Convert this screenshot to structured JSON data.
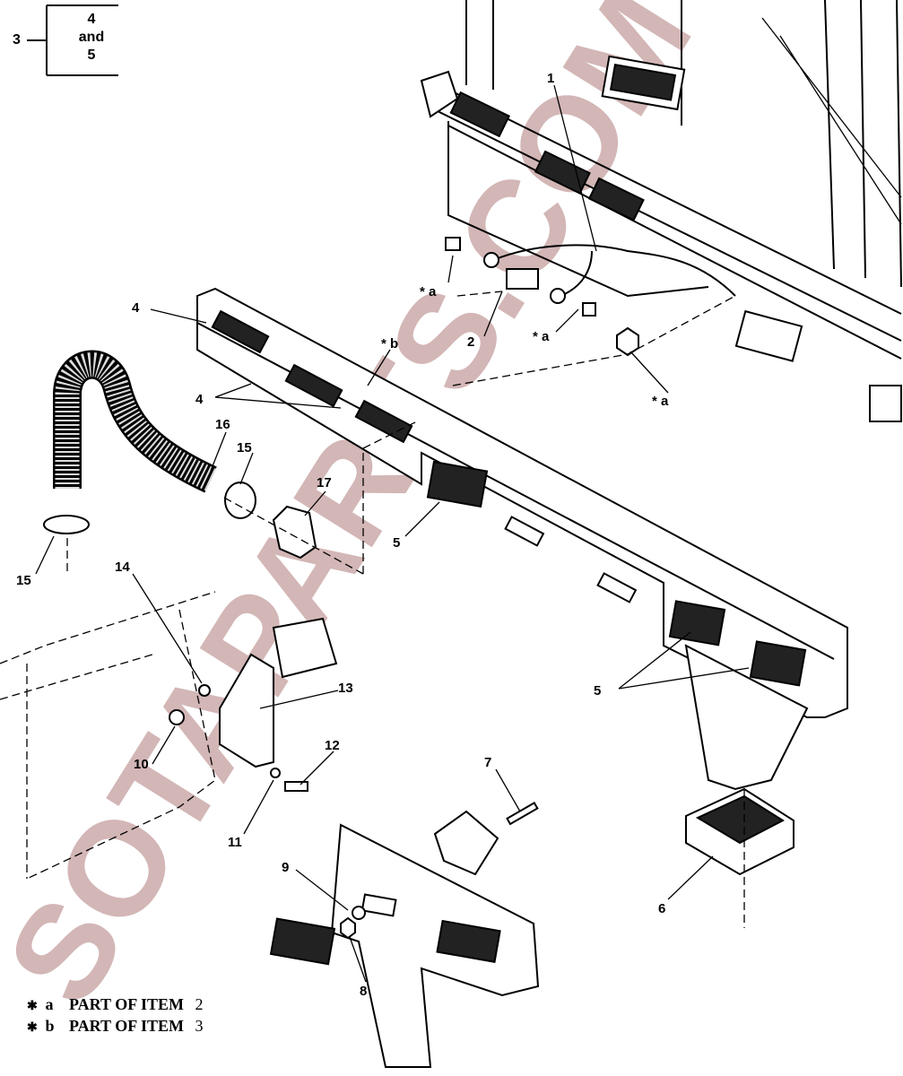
{
  "bracket": {
    "parent": "3",
    "line1": "4",
    "line2": "and",
    "line3": "5"
  },
  "callouts": [
    "1",
    "2",
    "* a",
    "* a",
    "* a",
    "* b",
    "4",
    "4",
    "16",
    "15",
    "17",
    "15",
    "5",
    "14",
    "13",
    "12",
    "10",
    "11",
    "7",
    "9",
    "8",
    "6",
    "5"
  ],
  "legend": [
    {
      "marker": "✱",
      "key": "a",
      "text": "PART OF ITEM",
      "item": "2"
    },
    {
      "marker": "✱",
      "key": "b",
      "text": "PART OF ITEM",
      "item": "3"
    }
  ],
  "watermark": "SOTAPARTS.COM",
  "colors": {
    "line": "#000000",
    "watermark": "#a06060"
  }
}
